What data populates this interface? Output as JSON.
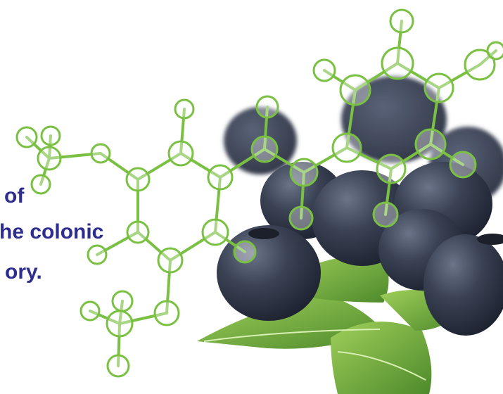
{
  "headline": {
    "line1": "of",
    "line2": "he colonic",
    "line3": "ory."
  },
  "colors": {
    "text": "#2e2e8f",
    "molecule": "#7ac043",
    "berry": "#3a4254",
    "leaf": "#6fa33a"
  },
  "icons": [
    "molecule-graphic",
    "blueberries-image",
    "leaves-image"
  ]
}
